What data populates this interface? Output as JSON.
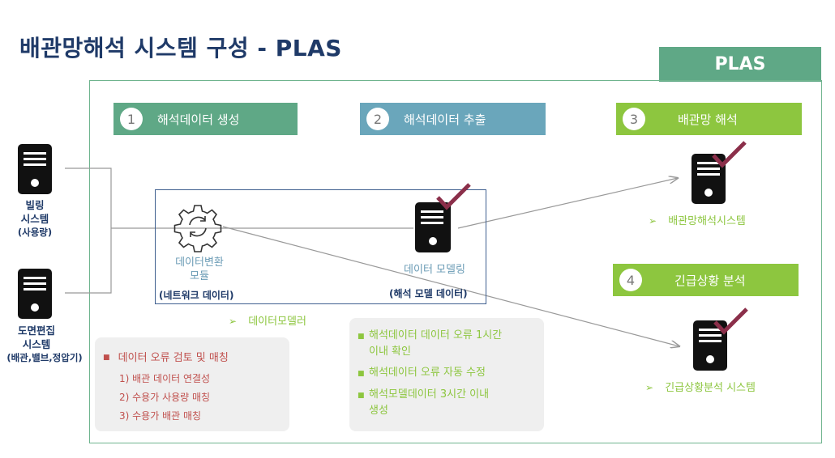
{
  "title": "배관망해석 시스템 구성 - PLAS",
  "plas_label": "PLAS",
  "steps": [
    {
      "num": "1",
      "label": "해석데이터 생성",
      "color": "#5fa886"
    },
    {
      "num": "2",
      "label": "해석데이터 추출",
      "color": "#6aa6bb"
    },
    {
      "num": "3",
      "label": "배관망 해석",
      "color": "#8dc63f"
    },
    {
      "num": "4",
      "label": "긴급상황 분석",
      "color": "#8dc63f"
    }
  ],
  "left_servers": [
    {
      "lines": [
        "빌링",
        "시스템"
      ],
      "sub": "(사용량)"
    },
    {
      "lines": [
        "도면편집",
        "시스템"
      ],
      "sub": "(배관,밸브,정압기)"
    }
  ],
  "converter": {
    "lines": [
      "데이터변환",
      "모듈"
    ],
    "sub": "(네트워크 데이터)"
  },
  "modeling": {
    "label": "데이터 모델링",
    "sub": "(해석 모델 데이터)"
  },
  "modeler_label": "데이터모델러",
  "analysis_system": "배관망해석시스템",
  "emergency_system": "긴급상황분석 시스템",
  "error_box": {
    "title": "데이터 오류 검토 및 매칭",
    "items": [
      "1) 배관 데이터 연결성",
      "2) 수용가 사용량 매칭",
      "3) 수용가 배관 매칭"
    ]
  },
  "green_box": {
    "items": [
      [
        "해석데이터 데이터 오류 1시간",
        "이내 확인"
      ],
      [
        "해석데이터 오류 자동 수정"
      ],
      [
        "해석모델데이터 3시간 이내",
        "생성"
      ]
    ]
  },
  "colors": {
    "navy": "#1f3a68",
    "green": "#5fa886",
    "lime": "#8dc63f",
    "teal": "#6aa6bb",
    "red": "#c0504d",
    "check": "#8b2f4a"
  }
}
